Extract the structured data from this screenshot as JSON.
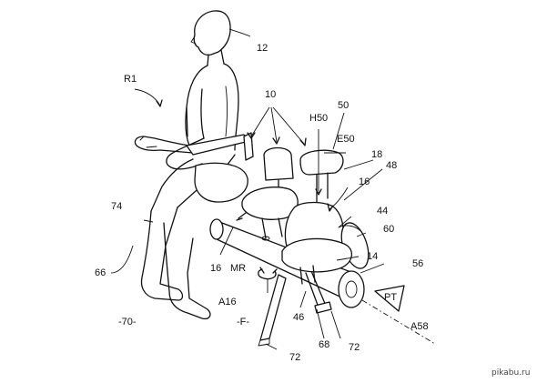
{
  "labels": {
    "person_ref": "12",
    "r1": "R1",
    "seats_ref": "10",
    "h50": "H50",
    "seat_ref": "50",
    "e50": "E50",
    "ref18": "18",
    "ref48": "48",
    "ref16_right": "16",
    "ref44": "44",
    "ref60": "60",
    "ref14": "14",
    "ref56": "56",
    "pt": "PT",
    "a58": "A58",
    "ref72_right": "72",
    "ref68": "68",
    "ref46": "46",
    "ref72_left": "72",
    "f_label": "-F-",
    "floor_label": "-70-",
    "a16": "A16",
    "mr": "MR",
    "ref16_left": "16",
    "ref66": "66",
    "ref74": "74"
  },
  "watermark": "pikabu.ru"
}
